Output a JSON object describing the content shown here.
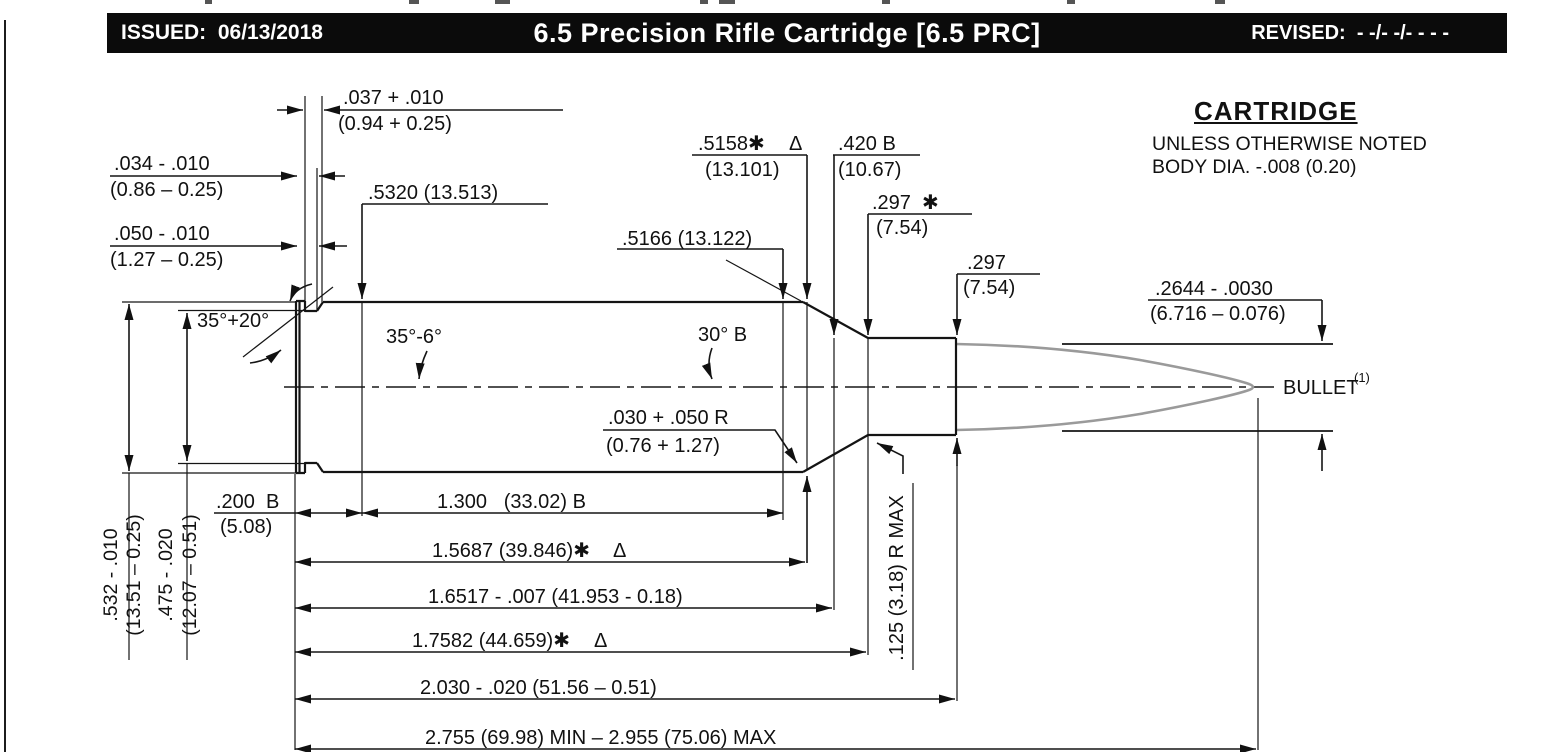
{
  "labels": {
    "issued_label": "ISSUED:",
    "issued_date": "06/13/2018",
    "title": "6.5 Precision Rifle Cartridge [6.5 PRC]",
    "revised_label": "REVISED:",
    "revised_value": "- -/- -/- - - -",
    "notes_title": "CARTRIDGE",
    "notes_line1": "UNLESS OTHERWISE NOTED",
    "notes_line2": "BODY DIA. -.008 (0.20)",
    "d037a": ".037 + .010",
    "d037b": "(0.94 + 0.25)",
    "d034a": ".034 - .010",
    "d034b": "(0.86 – 0.25)",
    "d050a": ".050 - .010",
    "d050b": "(1.27 – 0.25)",
    "d5320": ".5320 (13.513)",
    "d5166": ".5166 (13.122)",
    "d5158a": ".5158✱",
    "d5158b": "(13.101)",
    "d420a": ".420 B",
    "d420b": "(10.67)",
    "d297La": ".297  ✱",
    "d297Lb": "(7.54)",
    "d297Ra": ".297",
    "d297Rb": "(7.54)",
    "d2644a": ".2644 - .0030",
    "d2644b": "(6.716 – 0.076)",
    "ang_rim": "35°+20°",
    "ang_body": "35°-6°",
    "ang_shoulder": "30° B",
    "r030a": ".030 + .050 R",
    "r030b": "(0.76 + 1.27)",
    "rot532a": ".532 - .010",
    "rot532b": "(13.51 – 0.25)",
    "rot475a": ".475 - .020",
    "rot475b": "(12.07 – 0.51)",
    "d200a": ".200  B",
    "d200b": "(5.08)",
    "len1300": "1.300   (33.02) B",
    "len15687": "1.5687 (39.846)✱",
    "len16517": "1.6517 - .007 (41.953 - 0.18)",
    "len17582": "1.7582 (44.659)✱",
    "len2030": "2.030 - .020 (51.56 – 0.51)",
    "len2755": "2.755 (69.98) MIN – 2.955 (75.06) MAX",
    "r125": ".125 (3.18) R MAX",
    "bullet_label": "BULLET",
    "bullet_sup": "(1)",
    "delta": "Δ"
  },
  "colors": {
    "line": "#141414",
    "bullet_outline": "#9a9a9a",
    "delta_blue": "#4653a8",
    "header_bg": "#0b0b0b"
  }
}
